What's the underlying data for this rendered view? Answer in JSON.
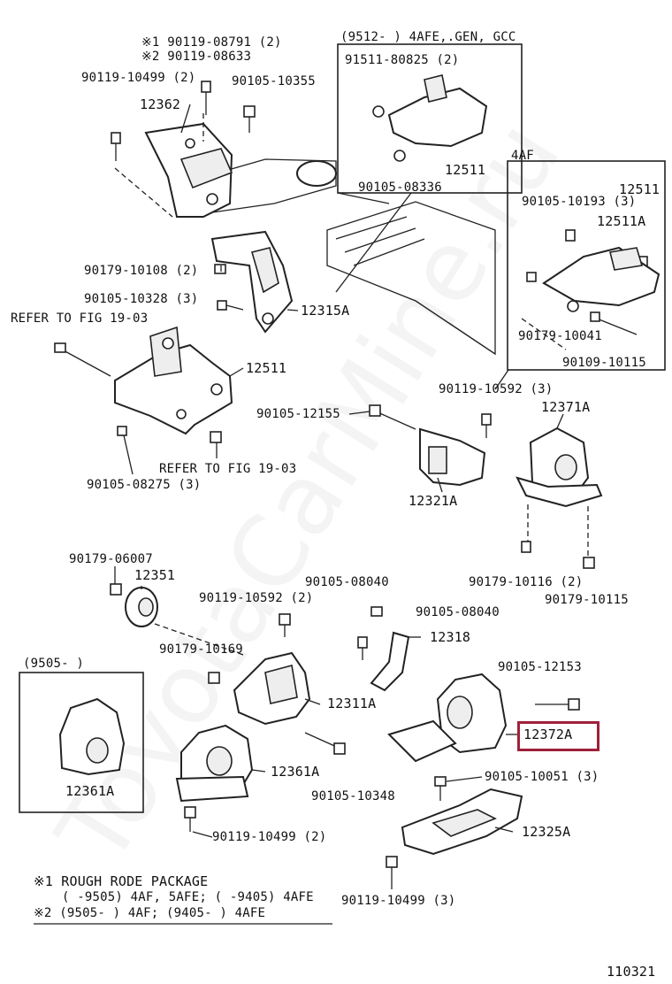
{
  "watermark": "ToyotaCarMine.ru",
  "labels": {
    "n1": "※1  90119-08791 (2)",
    "n2": "※2  90119-08633",
    "p90119_10499_top": "90119-10499 (2)",
    "p90105_10355": "90105-10355",
    "p12362": "12362",
    "p90179_10108": "90179-10108 (2)",
    "p90105_10328": "90105-10328 (3)",
    "p12315A": "12315A",
    "refer1": "REFER TO FIG 19-03",
    "p12511_mid": "12511",
    "p90105_12155": "90105-12155",
    "p90105_08275": "90105-08275 (3)",
    "refer2": "REFER TO FIG 19-03",
    "box1_title": "(9512-      ) 4AFE,.GEN, GCC",
    "p91511_80825": "91511-80825 (2)",
    "p12511_box1": "12511",
    "p90105_08336": "90105-08336",
    "box2_title": "4AF",
    "p90105_10193": "90105-10193 (3)",
    "p12511_box2": "12511",
    "p12511A": "12511A",
    "p90179_10041": "90179-10041",
    "p90109_10115": "90109-10115",
    "p90119_10592_a": "90119-10592 (3)",
    "p12371A": "12371A",
    "p12321A": "12321A",
    "p90179_10116": "90179-10116 (2)",
    "p90179_10115": "90179-10115",
    "p90179_06007": "90179-06007",
    "p12351": "12351",
    "p90119_10592_b": "90119-10592 (2)",
    "p90105_08040_a": "90105-08040",
    "p90105_08040_b": "90105-08040",
    "p12318": "12318",
    "box3_title": "(9505-      )",
    "p90179_10169": "90179-10169",
    "p12311A": "12311A",
    "p90105_12153": "90105-12153",
    "p12372A": "12372A",
    "p12361A_box": "12361A",
    "p12361A": "12361A",
    "p90105_10348": "90105-10348",
    "p90105_10051": "90105-10051 (3)",
    "p12325A": "12325A",
    "p90119_10499_bot": "90119-10499 (2)",
    "p90119_10499_b3": "90119-10499 (3)",
    "note1": "※1 ROUGH RODE PACKAGE",
    "note1b": "(      -9505) 4AF, 5AFE; (      -9405) 4AFE",
    "note2": "※2 (9505-       ) 4AF; (9405-       ) 4AFE",
    "fig_no": "110321"
  }
}
